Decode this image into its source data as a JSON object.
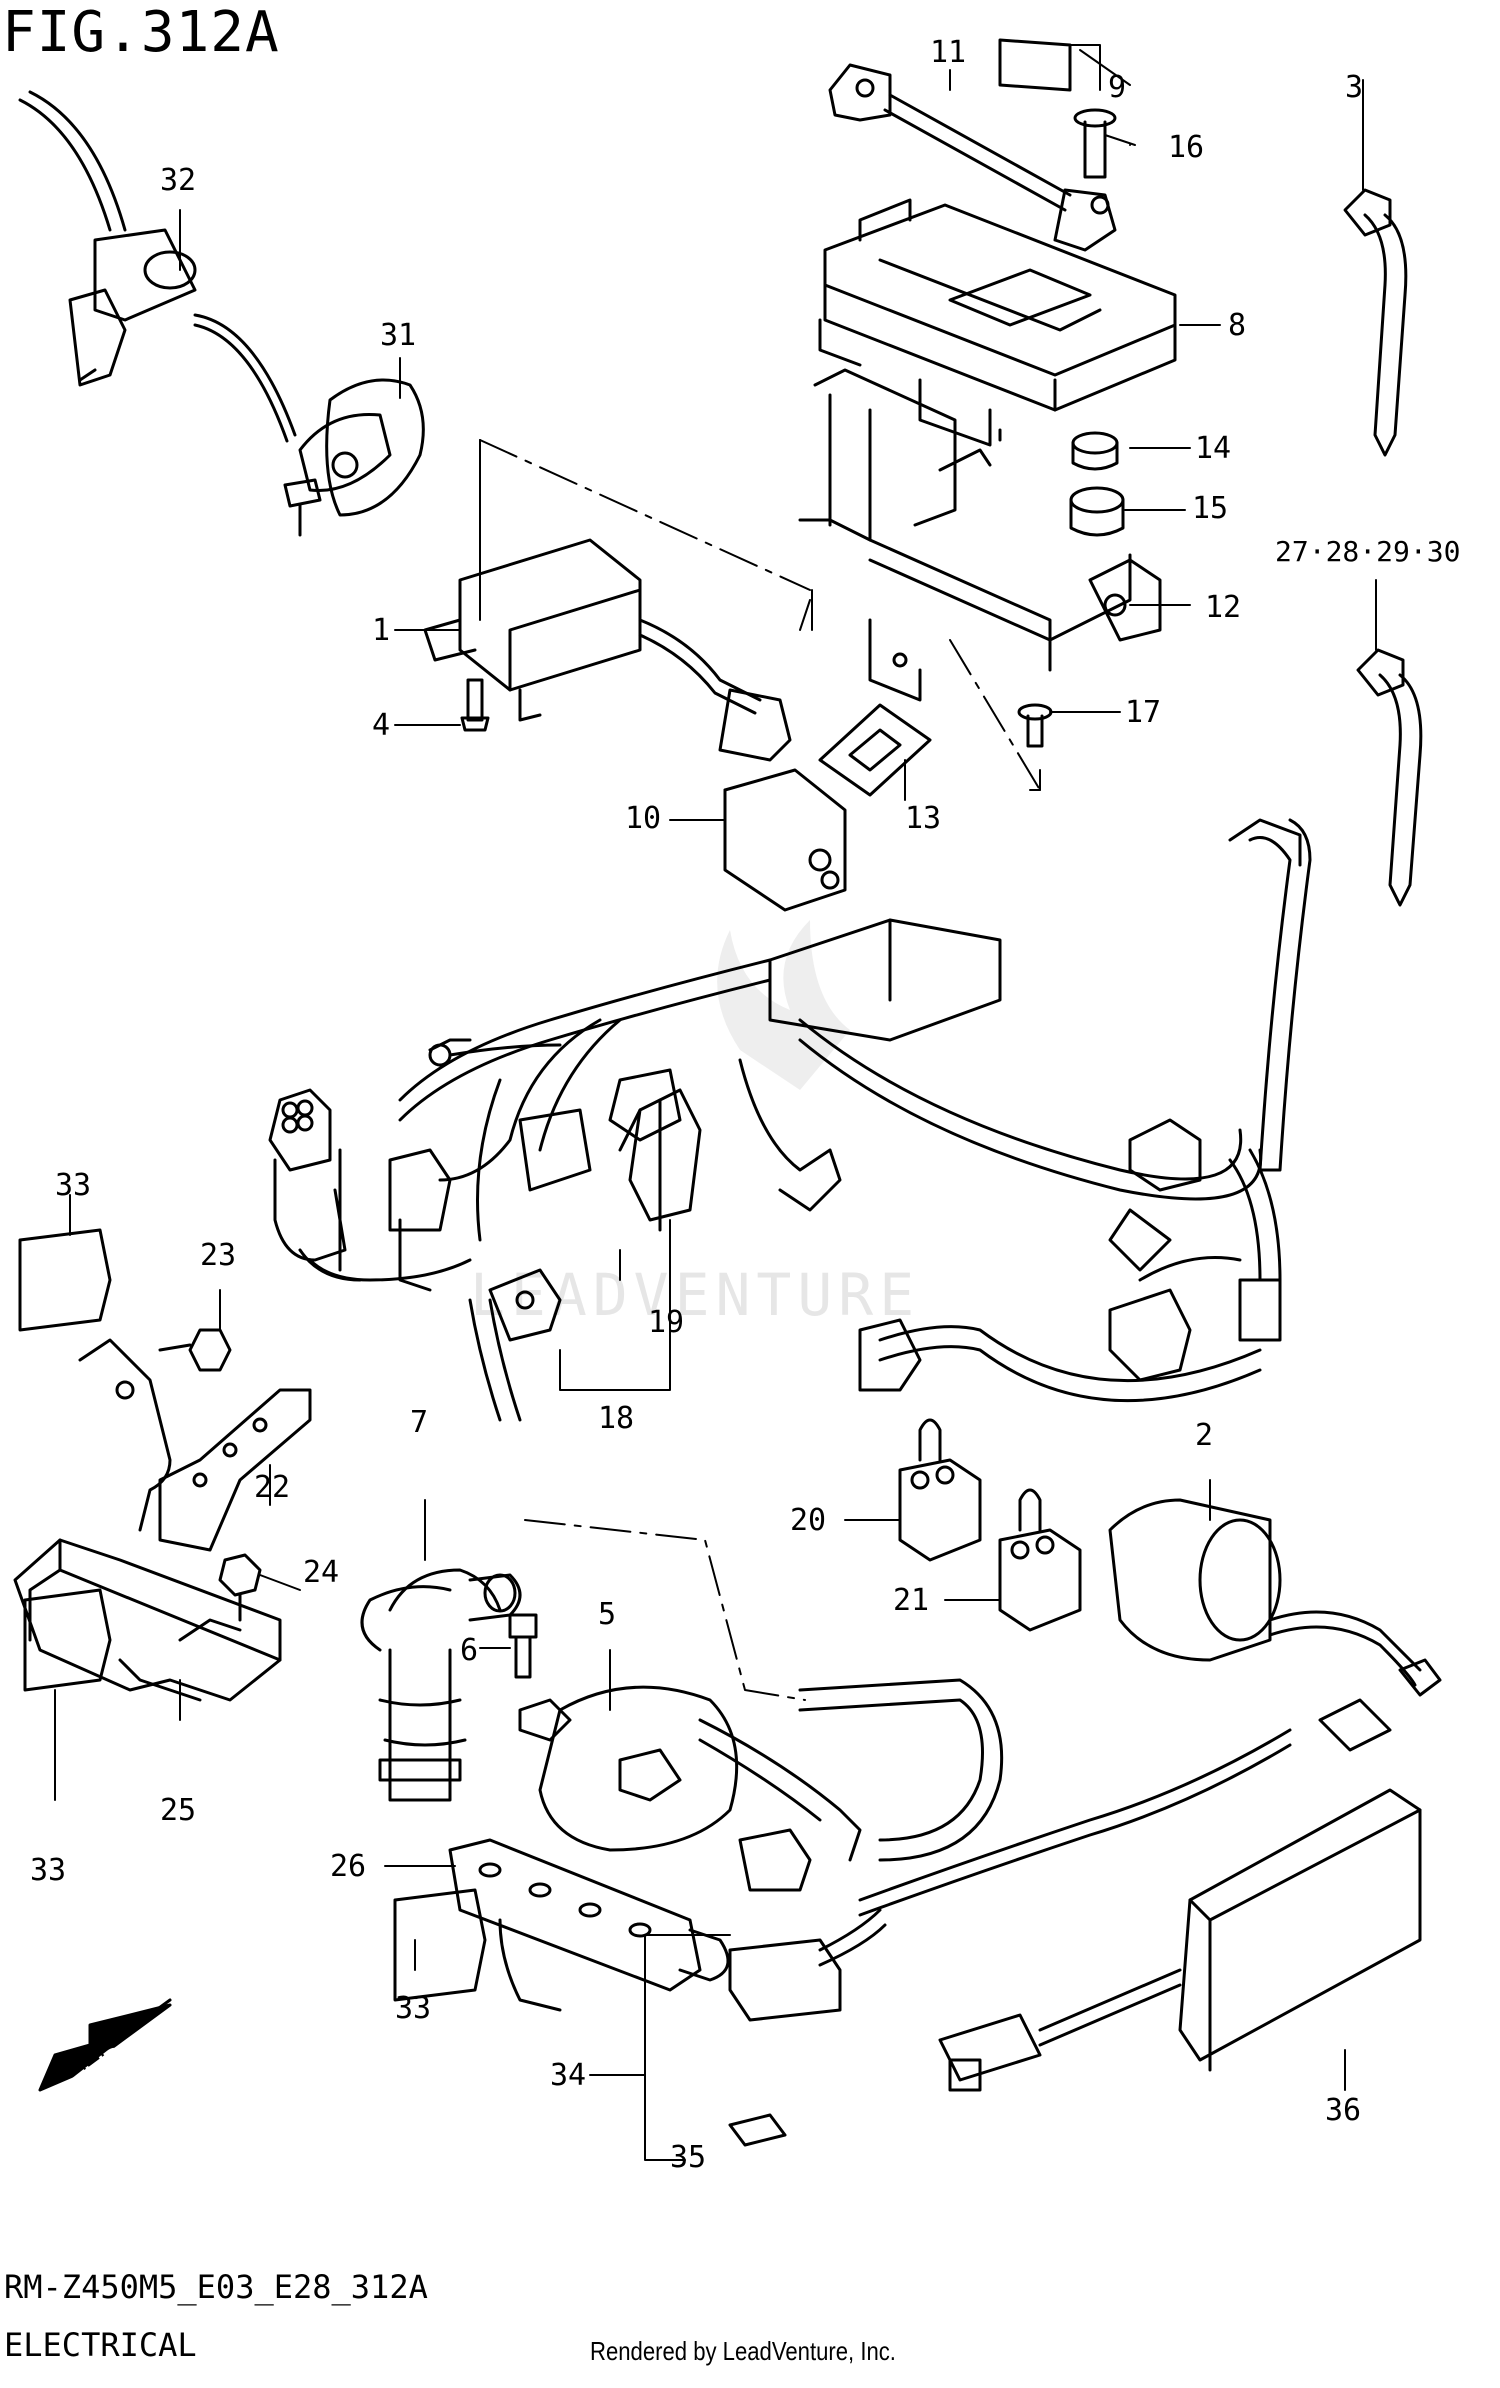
{
  "figure": {
    "title": "FIG.312A"
  },
  "footer": {
    "code": "RM-Z450M5_E03_E28_312A",
    "section": "ELECTRICAL",
    "credit": "Rendered by LeadVenture, Inc."
  },
  "watermark": {
    "text": "LEADVENTURE"
  },
  "fwd_arrow": {
    "label": "FWD"
  },
  "callouts": {
    "c1": "1",
    "c2": "2",
    "c3": "3",
    "c4": "4",
    "c5": "5",
    "c6": "6",
    "c7": "7",
    "c8": "8",
    "c9": "9",
    "c10": "10",
    "c11": "11",
    "c12": "12",
    "c13": "13",
    "c14": "14",
    "c15": "15",
    "c16": "16",
    "c17": "17",
    "c18": "18",
    "c19": "19",
    "c20": "20",
    "c21": "21",
    "c22": "22",
    "c23": "23",
    "c24": "24",
    "c25": "25",
    "c26": "26",
    "c27_30": "27·28·29·30",
    "c31": "31",
    "c32": "32",
    "c33a": "33",
    "c33b": "33",
    "c33c": "33",
    "c34": "34",
    "c35": "35",
    "c36": "36"
  },
  "colors": {
    "ink": "#000000",
    "watermark": "#e6e6e6",
    "paper": "#ffffff"
  }
}
